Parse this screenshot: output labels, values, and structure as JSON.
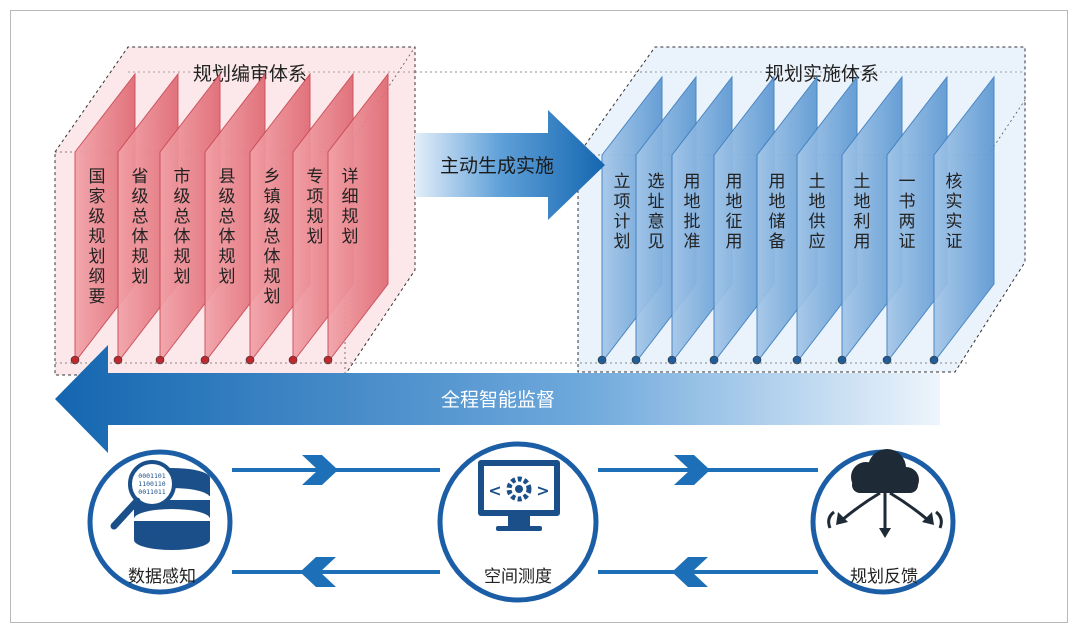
{
  "left_group": {
    "title": "规划编审体系",
    "panels": [
      {
        "label": "国家级规划纲要"
      },
      {
        "label": "省级总体规划"
      },
      {
        "label": "市级总体规划"
      },
      {
        "label": "县级总体规划"
      },
      {
        "label": "乡镇级总体规划"
      },
      {
        "label": "专项规划"
      },
      {
        "label": "详细规划"
      }
    ]
  },
  "right_group": {
    "title": "规划实施体系",
    "panels": [
      {
        "label": "立项计划"
      },
      {
        "label": "选址意见"
      },
      {
        "label": "用地批准"
      },
      {
        "label": "用地征用"
      },
      {
        "label": "用地储备"
      },
      {
        "label": "土地供应"
      },
      {
        "label": "土地利用"
      },
      {
        "label": "一书两证"
      },
      {
        "label": "核实实证"
      }
    ]
  },
  "forward_arrow": {
    "label": "主动生成实施"
  },
  "backward_arrow": {
    "label": "全程智能监督"
  },
  "nodes": [
    {
      "label": "数据感知",
      "icon": "database-magnifier-icon"
    },
    {
      "label": "空间测度",
      "icon": "monitor-gear-icon"
    },
    {
      "label": "规划反馈",
      "icon": "cloud-arrows-icon"
    }
  ],
  "colors": {
    "red_panel": "#e8848c",
    "red_panel_dark": "#d95c66",
    "red_bg": "#fbe3e6",
    "blue_panel": "#86b2de",
    "blue_panel_dark": "#4f8fcf",
    "blue_bg": "#e6f0fa",
    "arrow_blue": "#1d6fb8",
    "node_blue": "#1b5ea6"
  }
}
